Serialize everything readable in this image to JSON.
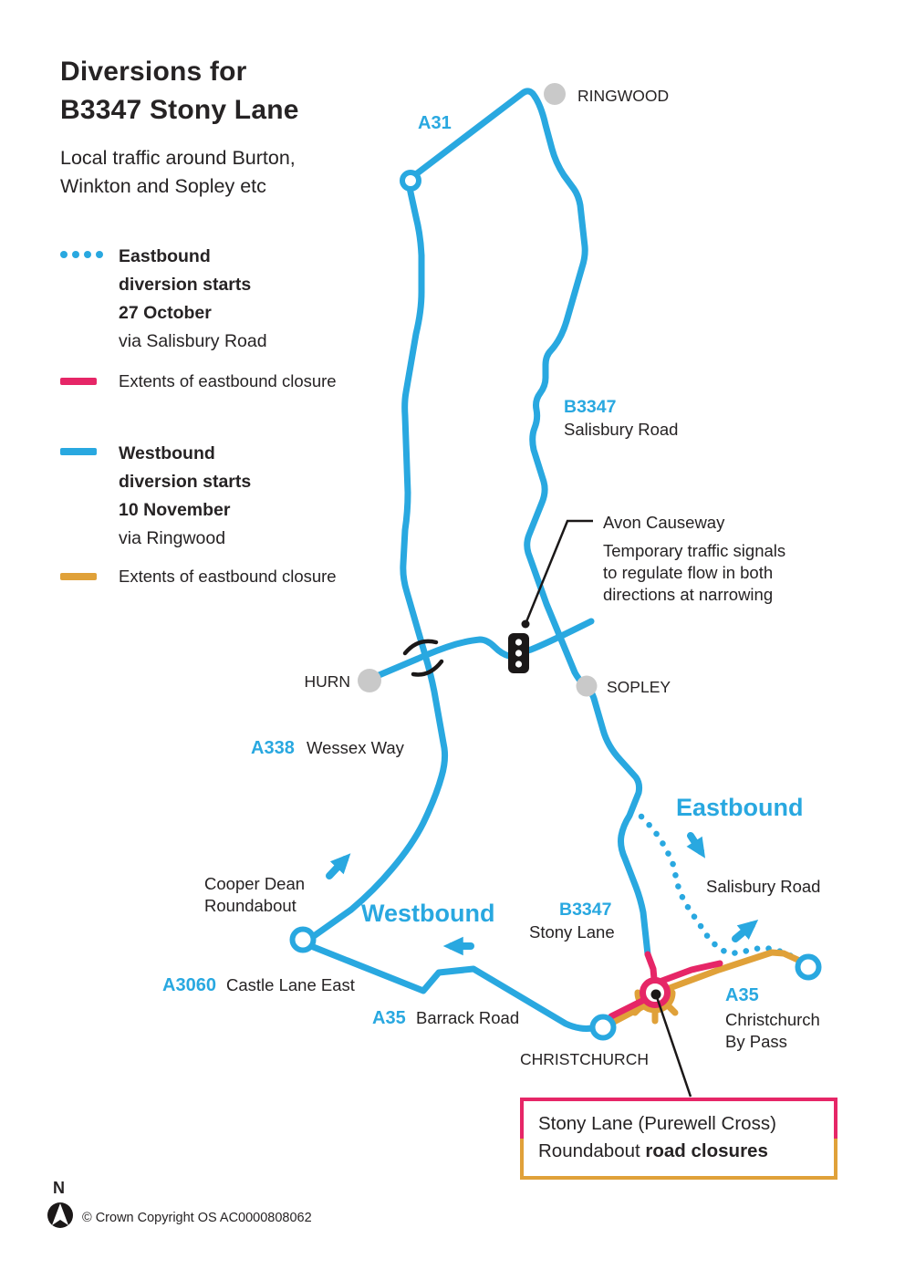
{
  "header": {
    "title_line1": "Diversions for",
    "title_line2": "B3347 Stony Lane",
    "subtitle_line1": "Local traffic around Burton,",
    "subtitle_line2": "Winkton and Sopley etc"
  },
  "legend": {
    "eastbound": {
      "line1": "Eastbound",
      "line2": "diversion starts",
      "line3": "27 October",
      "line4": "via Salisbury Road"
    },
    "eastbound_closure_label": "Extents of eastbound closure",
    "westbound": {
      "line1": "Westbound",
      "line2": "diversion starts",
      "line3": "10 November",
      "line4": "via Ringwood"
    },
    "westbound_closure_label": "Extents of eastbound closure"
  },
  "map": {
    "places": {
      "ringwood": "RINGWOOD",
      "hurn": "HURN",
      "sopley": "SOPLEY",
      "christchurch": "CHRISTCHURCH"
    },
    "roads": {
      "a31_ref": "A31",
      "b3347_salisbury_ref": "B3347",
      "b3347_salisbury_name": "Salisbury Road",
      "a338_ref": "A338",
      "a338_name": "Wessex Way",
      "b3347_stony_ref": "B3347",
      "b3347_stony_name": "Stony Lane",
      "salisbury_road_diversion": "Salisbury Road",
      "a3060_ref": "A3060",
      "a3060_name": "Castle Lane East",
      "a35_barrack_ref": "A35",
      "a35_barrack_name": "Barrack Road",
      "a35_bypass_ref": "A35",
      "a35_bypass_name_line1": "Christchurch",
      "a35_bypass_name_line2": "By Pass"
    },
    "direction_labels": {
      "eastbound": "Eastbound",
      "westbound": "Westbound"
    },
    "annotations": {
      "avon_causeway_title": "Avon Causeway",
      "avon_causeway_line1": "Temporary traffic signals",
      "avon_causeway_line2": "to regulate flow in both",
      "avon_causeway_line3": "directions at narrowing",
      "cooper_dean_line1": "Cooper Dean",
      "cooper_dean_line2": "Roundabout"
    },
    "callout": {
      "line1": "Stony Lane (Purewell Cross)",
      "line2_regular": "Roundabout ",
      "line2_bold": "road closures"
    }
  },
  "footer": {
    "north_label": "N",
    "copyright": "© Crown Copyright OS AC0000808062"
  },
  "colors": {
    "blue": "#29a8e0",
    "pink": "#e62667",
    "orange": "#e0a139",
    "dark": "#262324",
    "gray": "#c9c9c9"
  }
}
